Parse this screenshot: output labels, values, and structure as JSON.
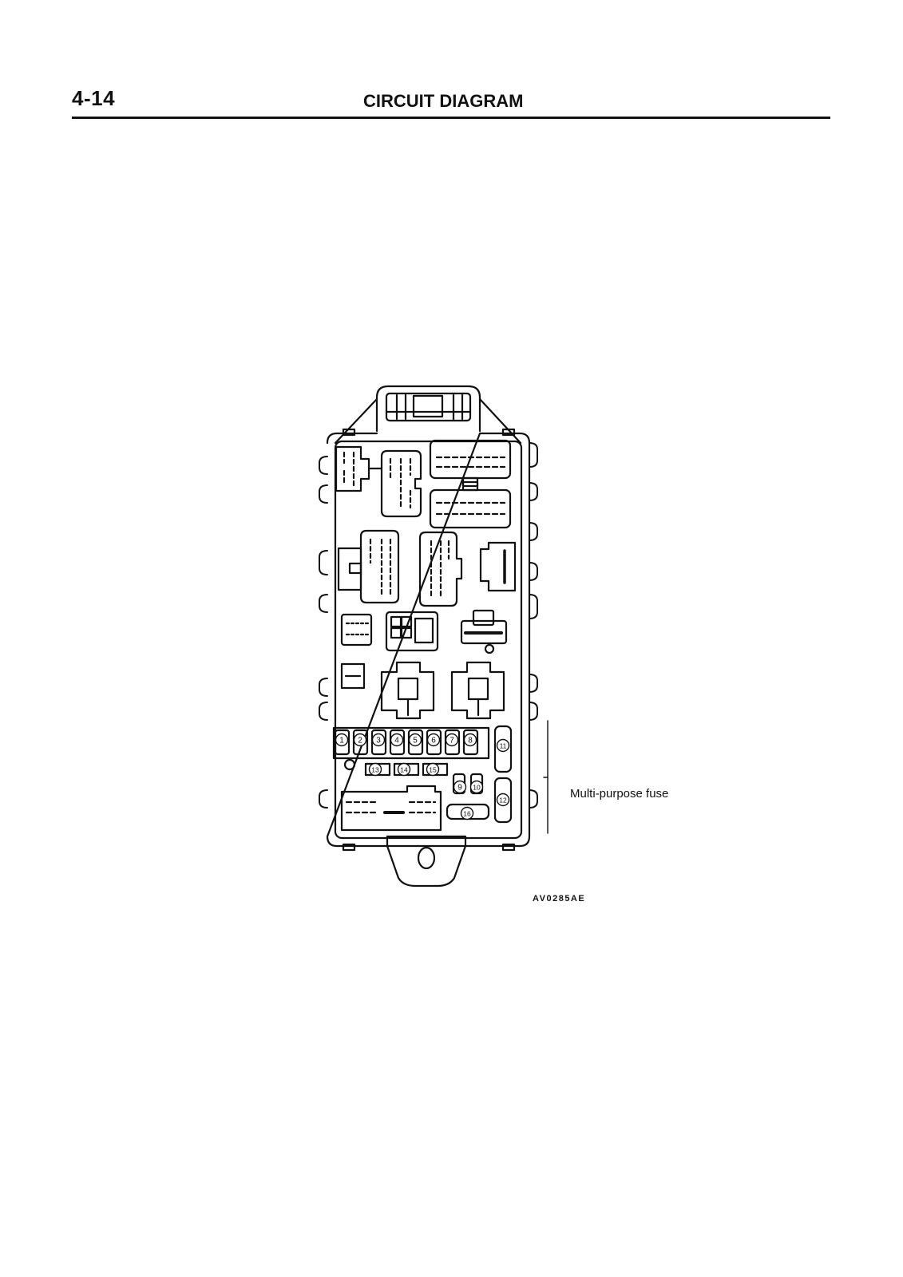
{
  "header": {
    "page_number": "4-14",
    "title": "CIRCUIT DIAGRAM"
  },
  "diagram": {
    "callout_label": "Multi-purpose fuse",
    "figure_id": "AV0285AE",
    "fuse_numbers": [
      "1",
      "2",
      "3",
      "4",
      "5",
      "6",
      "7",
      "8",
      "9",
      "10",
      "11",
      "12",
      "13",
      "14",
      "15",
      "16"
    ]
  }
}
